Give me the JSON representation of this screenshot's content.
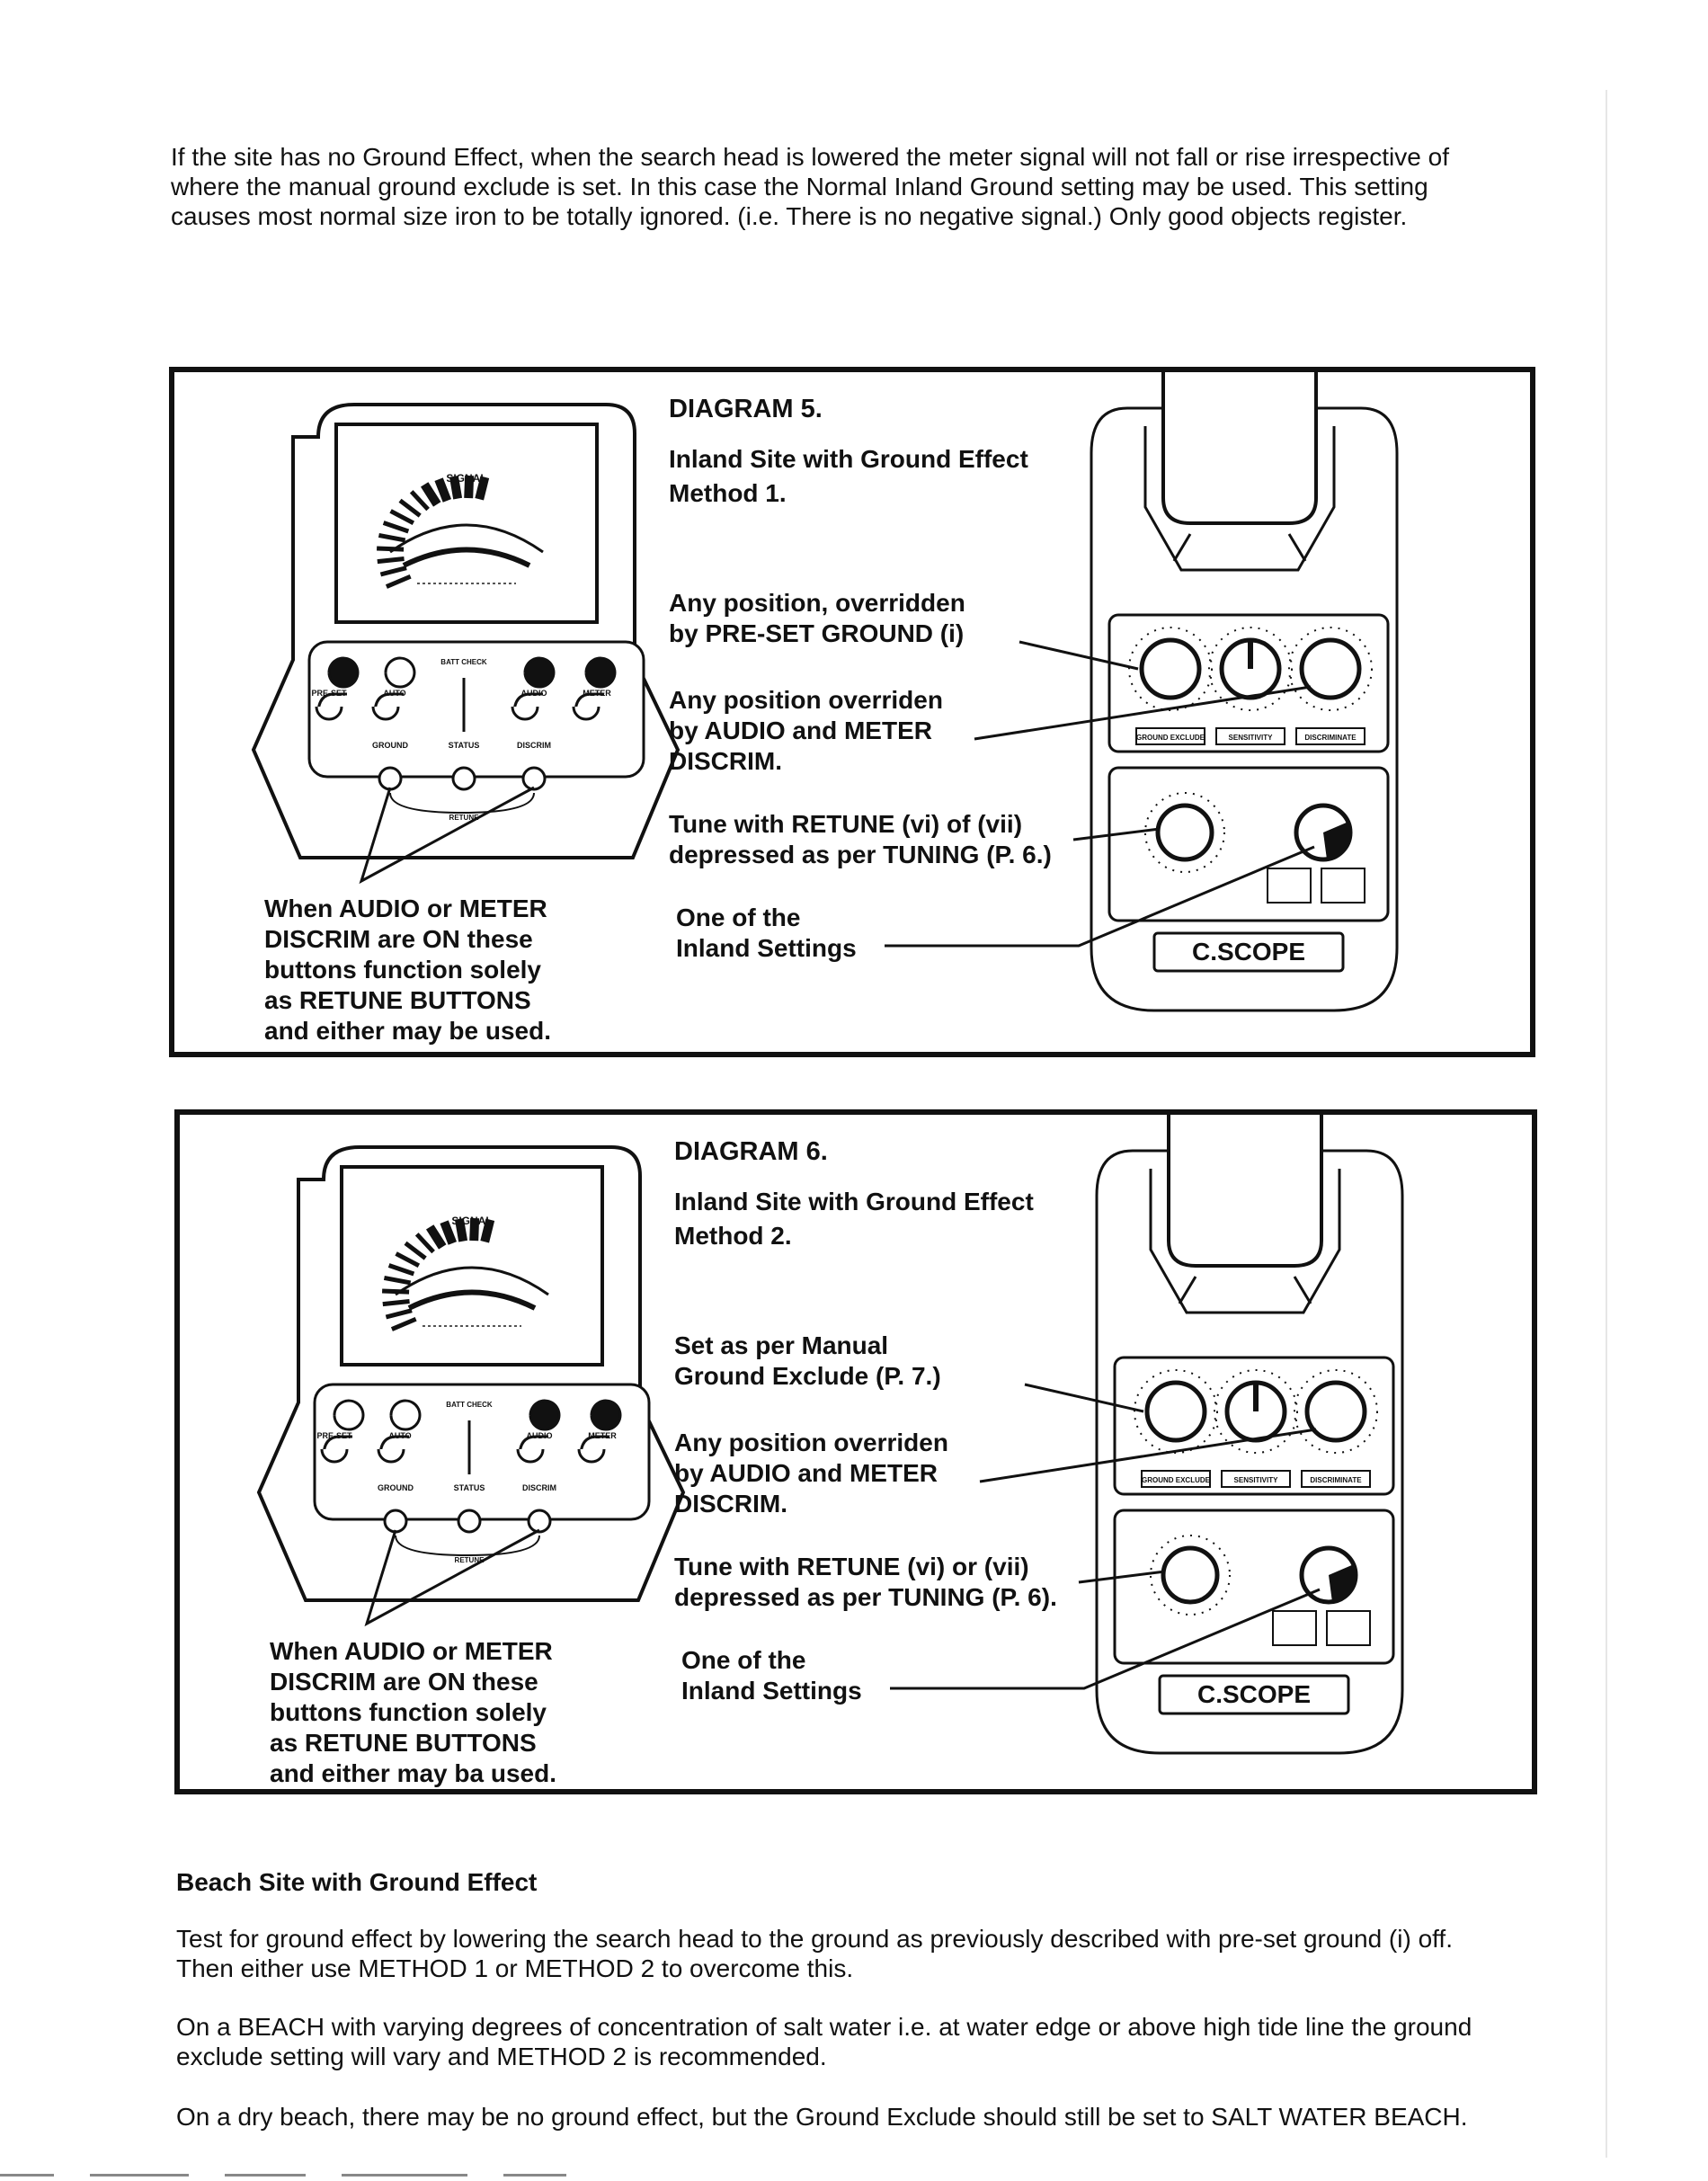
{
  "intro_paragraph": "If the site has no Ground Effect, when the search head is lowered the meter signal will not fall or rise irrespective of where the manual ground exclude is set. In this case the Normal Inland Ground setting may be used. This setting causes most normal size iron to be totally ignored. (i.e. There is no negative signal.) Only good objects register.",
  "diagrams": [
    {
      "title": "DIAGRAM 5.",
      "subtitle_line1": "Inland Site with Ground Effect",
      "subtitle_line2": "Method 1.",
      "note1_line1": "Any position, overridden",
      "note1_line2": "by PRE-SET GROUND (i)",
      "note2_line1": "Any position overriden",
      "note2_line2": "by AUDIO and METER",
      "note2_line3": "DISCRIM.",
      "note3_line1": "Tune with RETUNE (vi) of (vii)",
      "note3_line2": "depressed as per TUNING (P. 6.)",
      "note4_line1": "One of the",
      "note4_line2": "Inland Settings",
      "callout_line1": "When AUDIO or METER",
      "callout_line2": "DISCRIM are ON these",
      "callout_line3": "buttons function solely",
      "callout_line4": "as RETUNE BUTTONS",
      "callout_line5": "and either may be used."
    },
    {
      "title": "DIAGRAM 6.",
      "subtitle_line1": "Inland Site with Ground Effect",
      "subtitle_line2": "Method 2.",
      "note1_line1": "Set as per Manual",
      "note1_line2": "Ground Exclude (P. 7.)",
      "note2_line1": "Any position overriden",
      "note2_line2": "by AUDIO and METER",
      "note2_line3": "DISCRIM.",
      "note3_line1": "Tune with RETUNE (vi) or (vii)",
      "note3_line2": "depressed as per TUNING (P. 6).",
      "note4_line1": "One of the",
      "note4_line2": "Inland Settings",
      "callout_line1": "When AUDIO or METER",
      "callout_line2": "DISCRIM are ON these",
      "callout_line3": "buttons function solely",
      "callout_line4": "as RETUNE BUTTONS",
      "callout_line5": "and either may ba used."
    }
  ],
  "panel": {
    "meter_label": "SIGNAL",
    "button_labels": [
      "PRE-SET",
      "AUTO",
      "AUDIO",
      "METER"
    ],
    "batt_label": "BATT CHECK",
    "lower_labels": [
      "GROUND",
      "STATUS",
      "DISCRIM"
    ],
    "retune_label": "RETUNE"
  },
  "control_box": {
    "knob_labels": [
      "GROUND EXCLUDE",
      "SENSITIVITY",
      "DISCRIMINATE"
    ],
    "brand": "C.SCOPE"
  },
  "beach_heading": "Beach Site with Ground Effect",
  "beach_paragraphs": [
    "Test for ground effect by lowering the search head to the ground as previously described with pre-set ground (i) off. Then either use METHOD 1 or METHOD 2 to overcome this.",
    "On a BEACH with varying degrees of concentration of salt water i.e. at water edge or above high tide line the ground exclude setting will vary and METHOD 2 is recommended.",
    "On a dry beach, there may be no ground effect, but the Ground Exclude should still be set to SALT WATER BEACH."
  ]
}
